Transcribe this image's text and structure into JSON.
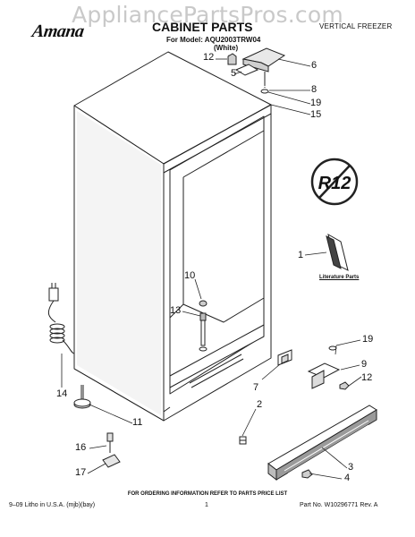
{
  "watermark": "AppliancePartsPros.com",
  "brand": "Amana",
  "title": "CABINET PARTS",
  "category": "VERTICAL FREEZER",
  "model_line": "For Model: AQU2003TRW04",
  "color_line": "(White)",
  "literature_label": "Literature Parts",
  "r12_badge": "R12",
  "callouts": {
    "c1": "1",
    "c2": "2",
    "c3": "3",
    "c4": "4",
    "c5": "5",
    "c6": "6",
    "c7": "7",
    "c8": "8",
    "c9": "9",
    "c10": "10",
    "c11": "11",
    "c12a": "12",
    "c12b": "12",
    "c13": "13",
    "c14": "14",
    "c15": "15",
    "c16": "16",
    "c17": "17",
    "c19a": "19",
    "c19b": "19"
  },
  "footer": {
    "ordering_note": "FOR ORDERING INFORMATION REFER TO PARTS PRICE LIST",
    "litho": "9–09 Litho in U.S.A. (mjb)(bay)",
    "page_number": "1",
    "part_number": "Part No. W10296771 Rev. A"
  }
}
